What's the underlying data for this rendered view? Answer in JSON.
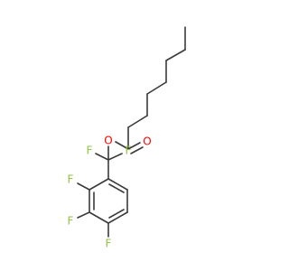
{
  "molecule": {
    "atoms": {
      "oxygen_ester": "O",
      "oxygen_carbonyl": "O",
      "fluorine_cf2_left": "F",
      "fluorine_cf2_right": "F",
      "fluorine_ring_2": "F",
      "fluorine_ring_3": "F",
      "fluorine_ring_4": "F"
    },
    "colors": {
      "bond": "#3a3a3a",
      "oxygen": "#ff0000",
      "fluorine": "#8ec442"
    }
  }
}
